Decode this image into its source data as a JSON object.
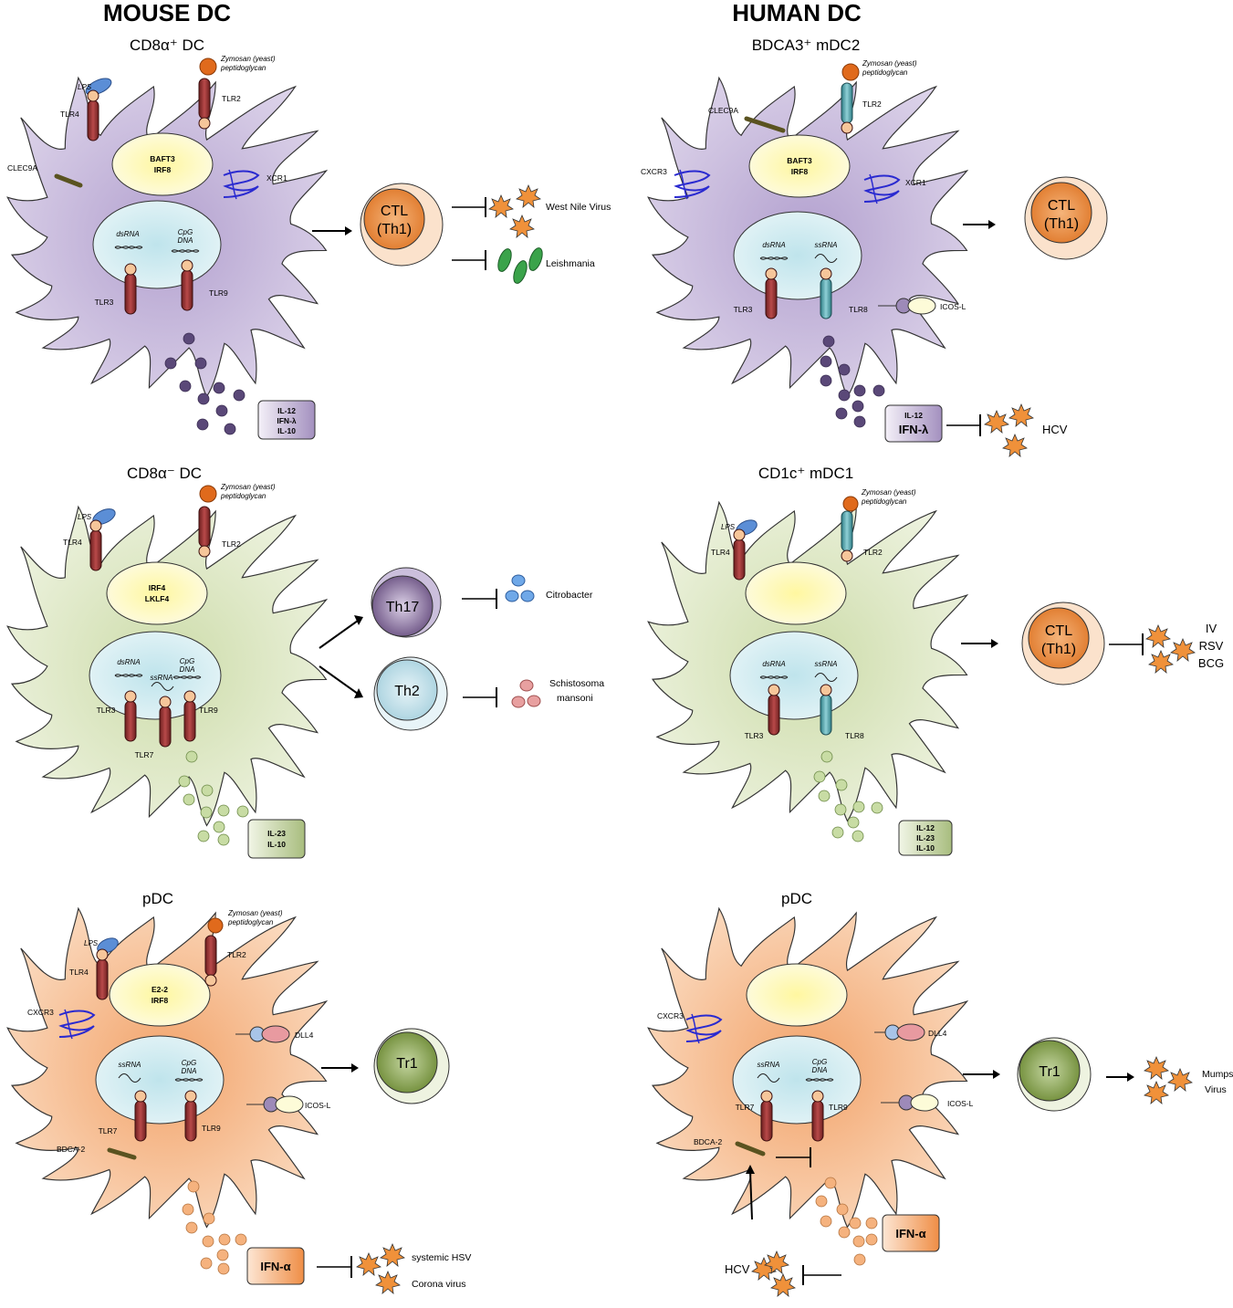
{
  "headers": {
    "mouse": "MOUSE DC",
    "human": "HUMAN DC"
  },
  "colors": {
    "purple_cell": "#cbbfdf",
    "green_cell": "#dce6c4",
    "orange_cell": "#f7c7a2",
    "nucleus": "#fbf3b0",
    "endosome": "#cfe8ee",
    "tlr_red": "#8e2b2b",
    "tlr_teal": "#4d9fa8",
    "ctl_orange": "#e98a3c",
    "th17_purple": "#6b5283",
    "th2_blue": "#bfe0ea",
    "tr1_green": "#7f9a45",
    "pathogen_orange": "#f0913a"
  },
  "mouse_cd8pos": {
    "title": "CD8α⁺ DC",
    "zymosan_l1": "Zymosan (yeast)",
    "zymosan_l2": "peptidoglycan",
    "lps": "LPS",
    "tlr4": "TLR4",
    "tlr2": "TLR2",
    "clec9a": "CLEC9A",
    "xcr1": "XCR1",
    "nucleus_l1": "BAFT3",
    "nucleus_l2": "IRF8",
    "dsrna": "dsRNA",
    "cpg_l1": "CpG",
    "cpg_l2": "DNA",
    "tlr3": "TLR3",
    "tlr9": "TLR9",
    "cytokines": [
      "IL-12",
      "IFN-λ",
      "IL-10"
    ],
    "tcell_l1": "CTL",
    "tcell_l2": "(Th1)",
    "target1": "West Nile Virus",
    "target2": "Leishmania"
  },
  "human_bdca3": {
    "title": "BDCA3⁺ mDC2",
    "zymosan_l1": "Zymosan (yeast)",
    "zymosan_l2": "peptidoglycan",
    "clec9a": "CLEC9A",
    "tlr2": "TLR2",
    "cxcr3": "CXCR3",
    "xcr1": "XCR1",
    "nucleus_l1": "BAFT3",
    "nucleus_l2": "IRF8",
    "dsrna": "dsRNA",
    "ssrna": "ssRNA",
    "tlr3": "TLR3",
    "tlr8": "TLR8",
    "icosl": "ICOS-L",
    "cytokines": [
      "IL-12",
      "IFN-λ"
    ],
    "tcell_l1": "CTL",
    "tcell_l2": "(Th1)",
    "target": "HCV"
  },
  "mouse_cd8neg": {
    "title": "CD8α⁻ DC",
    "zymosan_l1": "Zymosan (yeast)",
    "zymosan_l2": "peptidoglycan",
    "lps": "LPS",
    "tlr4": "TLR4",
    "tlr2": "TLR2",
    "nucleus_l1": "IRF4",
    "nucleus_l2": "LKLF4",
    "dsrna": "dsRNA",
    "ssrna": "ssRNA",
    "cpg_l1": "CpG",
    "cpg_l2": "DNA",
    "tlr3": "TLR3",
    "tlr7": "TLR7",
    "tlr9": "TLR9",
    "cytokines": [
      "IL-23",
      "IL-10"
    ],
    "th17": "Th17",
    "th2": "Th2",
    "target1": "Citrobacter",
    "target2_l1": "Schistosoma",
    "target2_l2": "mansoni"
  },
  "human_cd1c": {
    "title": "CD1c⁺ mDC1",
    "zymosan_l1": "Zymosan (yeast)",
    "zymosan_l2": "peptidoglycan",
    "lps": "LPS",
    "tlr4": "TLR4",
    "tlr2": "TLR2",
    "dsrna": "dsRNA",
    "ssrna": "ssRNA",
    "tlr3": "TLR3",
    "tlr8": "TLR8",
    "cytokines": [
      "IL-12",
      "IL-23",
      "IL-10"
    ],
    "tcell_l1": "CTL",
    "tcell_l2": "(Th1)",
    "targets": [
      "IV",
      "RSV",
      "BCG"
    ]
  },
  "mouse_pdc": {
    "title": "pDC",
    "zymosan_l1": "Zymosan (yeast)",
    "zymosan_l2": "peptidoglycan",
    "lps": "LPS",
    "tlr4": "TLR4",
    "tlr2": "TLR2",
    "cxcr3": "CXCR3",
    "dll4": "DLL4",
    "nucleus_l1": "E2-2",
    "nucleus_l2": "IRF8",
    "ssrna": "ssRNA",
    "cpg_l1": "CpG",
    "cpg_l2": "DNA",
    "tlr7": "TLR7",
    "tlr9": "TLR9",
    "icosl": "ICOS-L",
    "bdca2": "BDCA-2",
    "cytokine": "IFN-α",
    "tr1": "Tr1",
    "target1": "systemic HSV",
    "target2": "Corona virus"
  },
  "human_pdc": {
    "title": "pDC",
    "cxcr3": "CXCR3",
    "dll4": "DLL4",
    "ssrna": "ssRNA",
    "cpg_l1": "CpG",
    "cpg_l2": "DNA",
    "tlr7": "TLR7",
    "tlr9": "TLR9",
    "icosl": "ICOS-L",
    "bdca2": "BDCA-2",
    "cytokine": "IFN-α",
    "tr1": "Tr1",
    "target_l1": "Mumps",
    "target_l2": "Virus",
    "hcv": "HCV"
  }
}
